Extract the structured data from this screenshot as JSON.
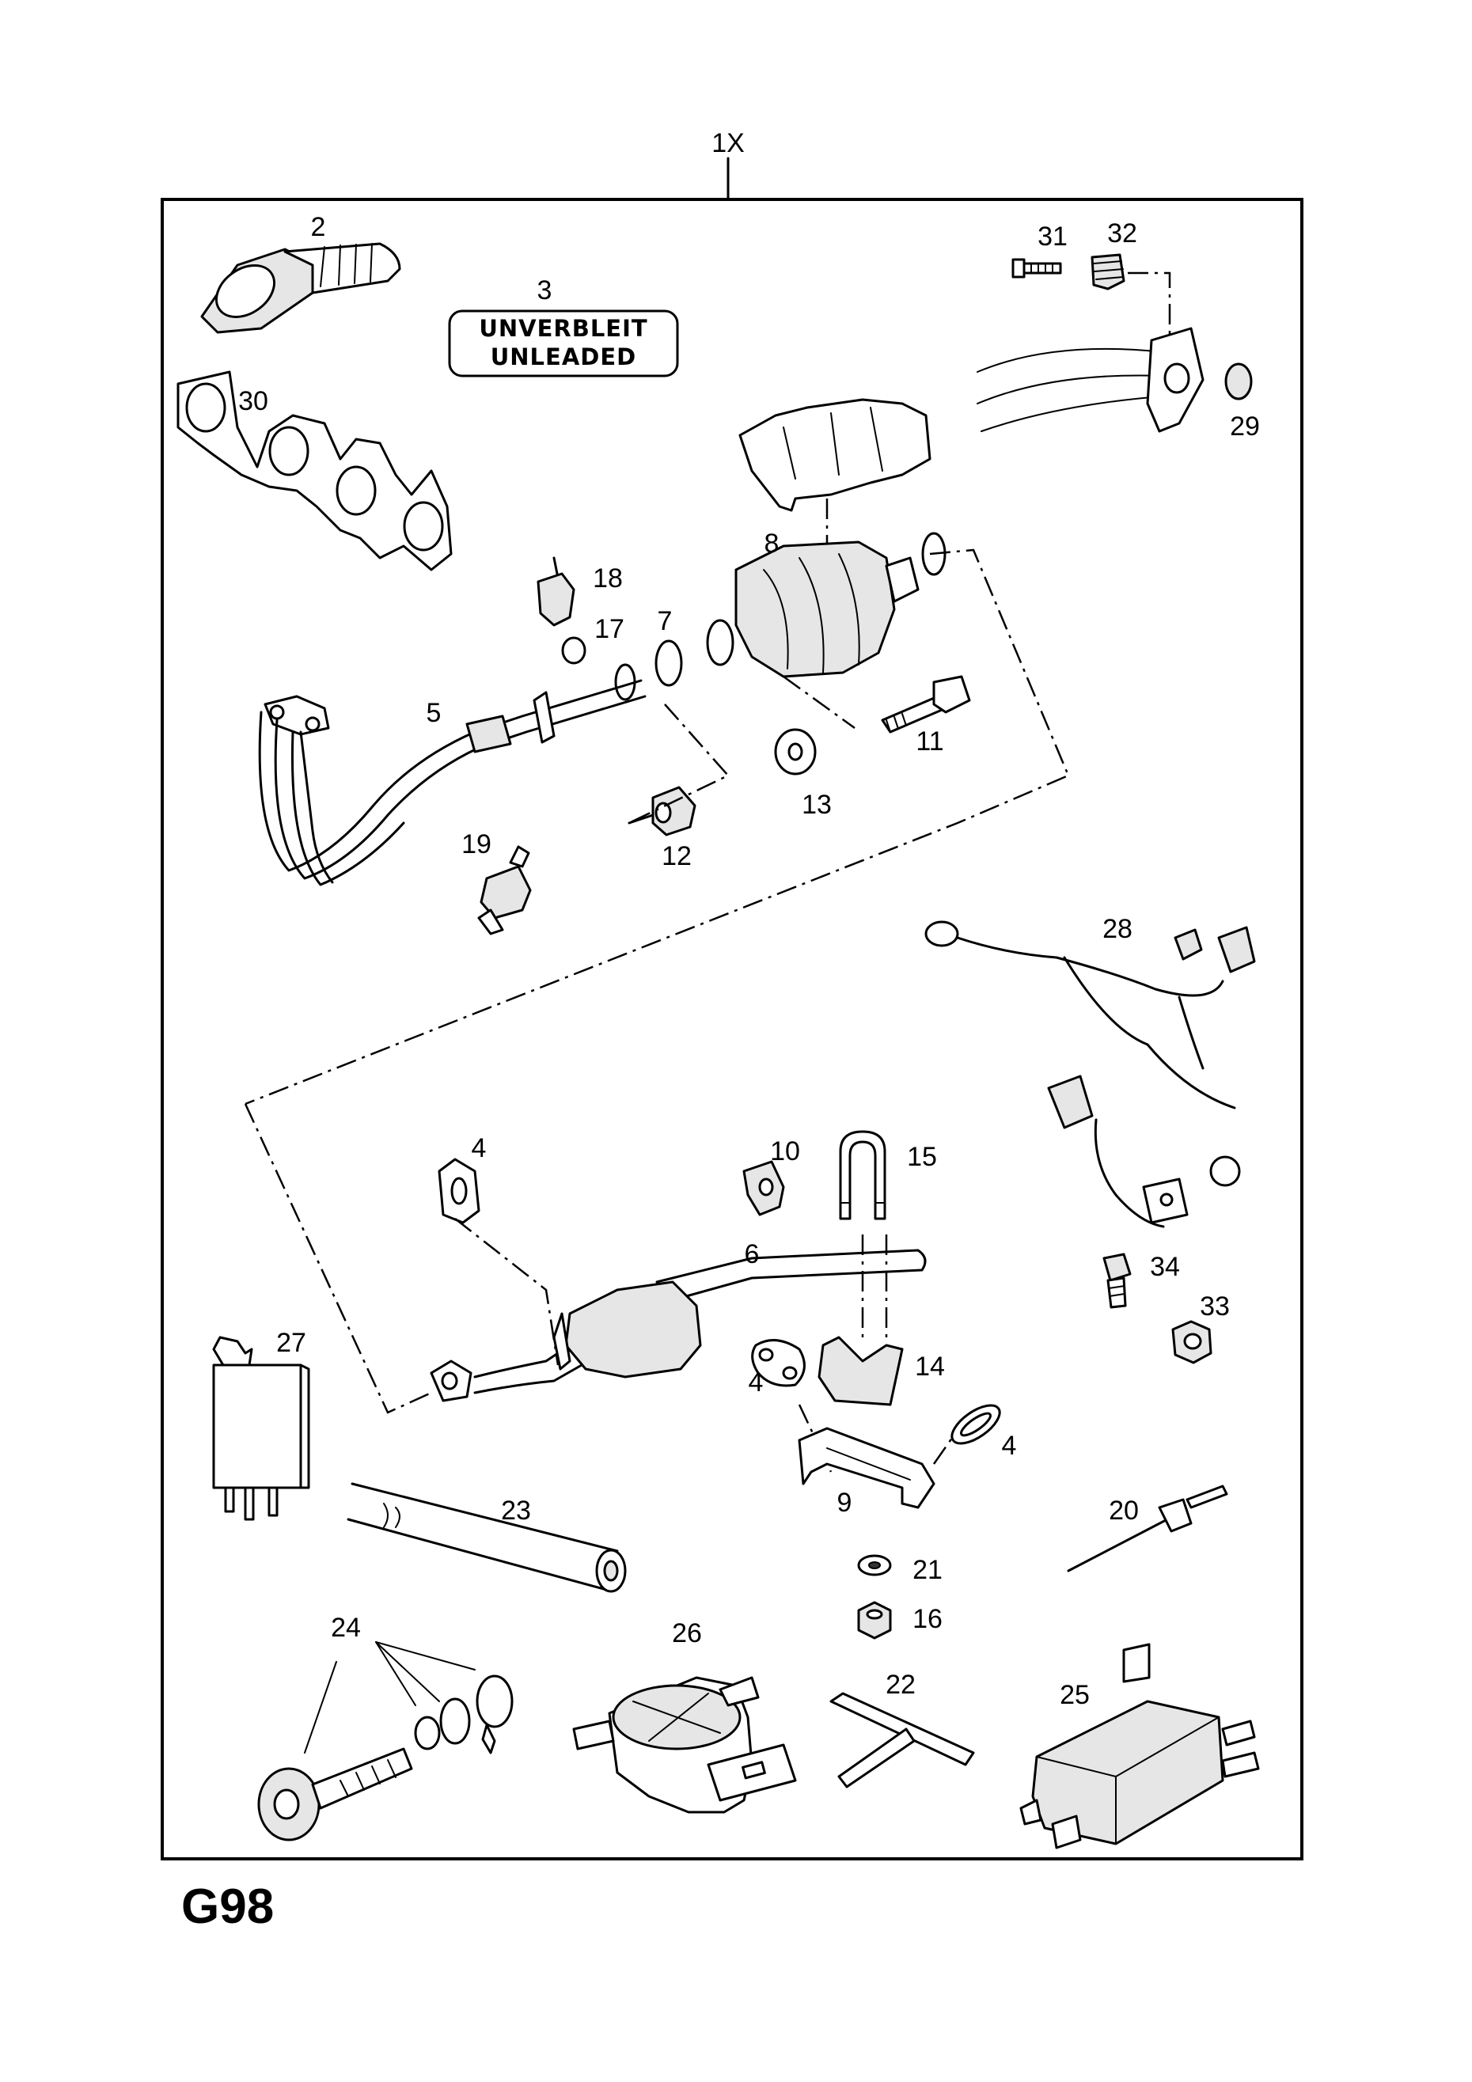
{
  "diagram": {
    "code": "G98",
    "kit_label": "1X",
    "badge_line1": "UNVERBLEIT",
    "badge_line2": "UNLEADED"
  },
  "labels": {
    "p2": "2",
    "p3": "3",
    "p4a": "4",
    "p4b": "4",
    "p4c": "4",
    "p5": "5",
    "p6": "6",
    "p7": "7",
    "p8": "8",
    "p9": "9",
    "p10": "10",
    "p11": "11",
    "p12": "12",
    "p13": "13",
    "p14": "14",
    "p15": "15",
    "p16": "16",
    "p17": "17",
    "p18": "18",
    "p19": "19",
    "p20": "20",
    "p21": "21",
    "p22": "22",
    "p23": "23",
    "p24": "24",
    "p25": "25",
    "p26": "26",
    "p27": "27",
    "p28": "28",
    "p29": "29",
    "p30": "30",
    "p31": "31",
    "p32": "32",
    "p33": "33",
    "p34": "34"
  }
}
